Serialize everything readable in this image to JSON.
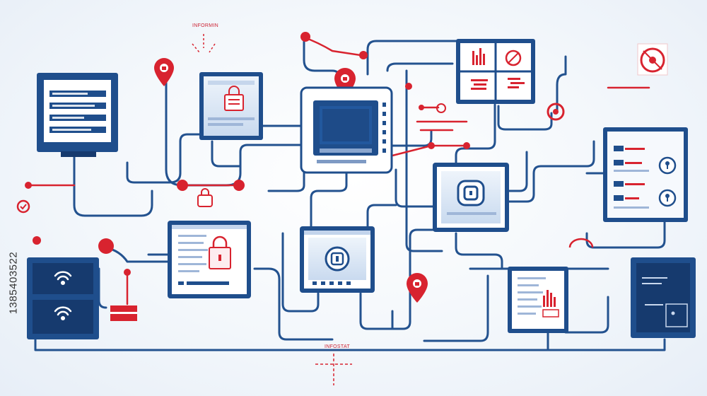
{
  "image_id_text": "1385403522",
  "labels": {
    "top": "INFORMIN",
    "bottom": "INFOSTAT"
  },
  "colors": {
    "navy": "#1f4e8c",
    "navy_dark": "#163a6e",
    "red": "#d8232f",
    "light_blue": "#dbe7f6",
    "line": "#2a5a98"
  },
  "icons": [
    "wifi-icon",
    "lock-icon",
    "location-pin-icon",
    "shield-icon",
    "bar-chart-icon",
    "padlock-icon",
    "gauge-icon"
  ]
}
